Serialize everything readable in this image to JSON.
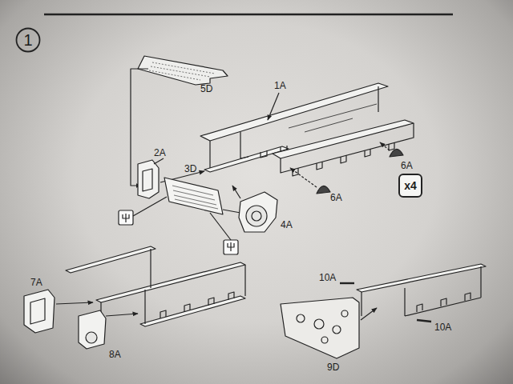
{
  "diagram": {
    "nodes": [
      {
        "text": [
          "1"
        ]
      },
      {
        "text": [
          "x4"
        ]
      }
    ],
    "labels": [
      "5D",
      "1A",
      "2A",
      "3D",
      "6A",
      "6A",
      "4A",
      "7A",
      "8A",
      "10A",
      "10A",
      "9D"
    ]
  }
}
